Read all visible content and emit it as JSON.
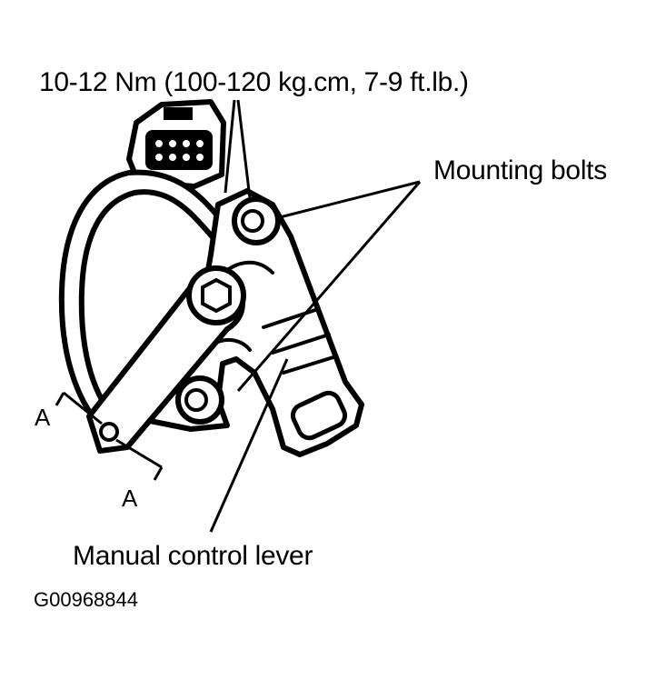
{
  "labels": {
    "torque": "10-12 Nm (100-120 kg.cm, 7-9 ft.lb.)",
    "mounting_bolts": "Mounting bolts",
    "manual_control_lever": "Manual control lever",
    "section_top": "A",
    "section_bottom": "A",
    "figure_id": "G00968844"
  }
}
